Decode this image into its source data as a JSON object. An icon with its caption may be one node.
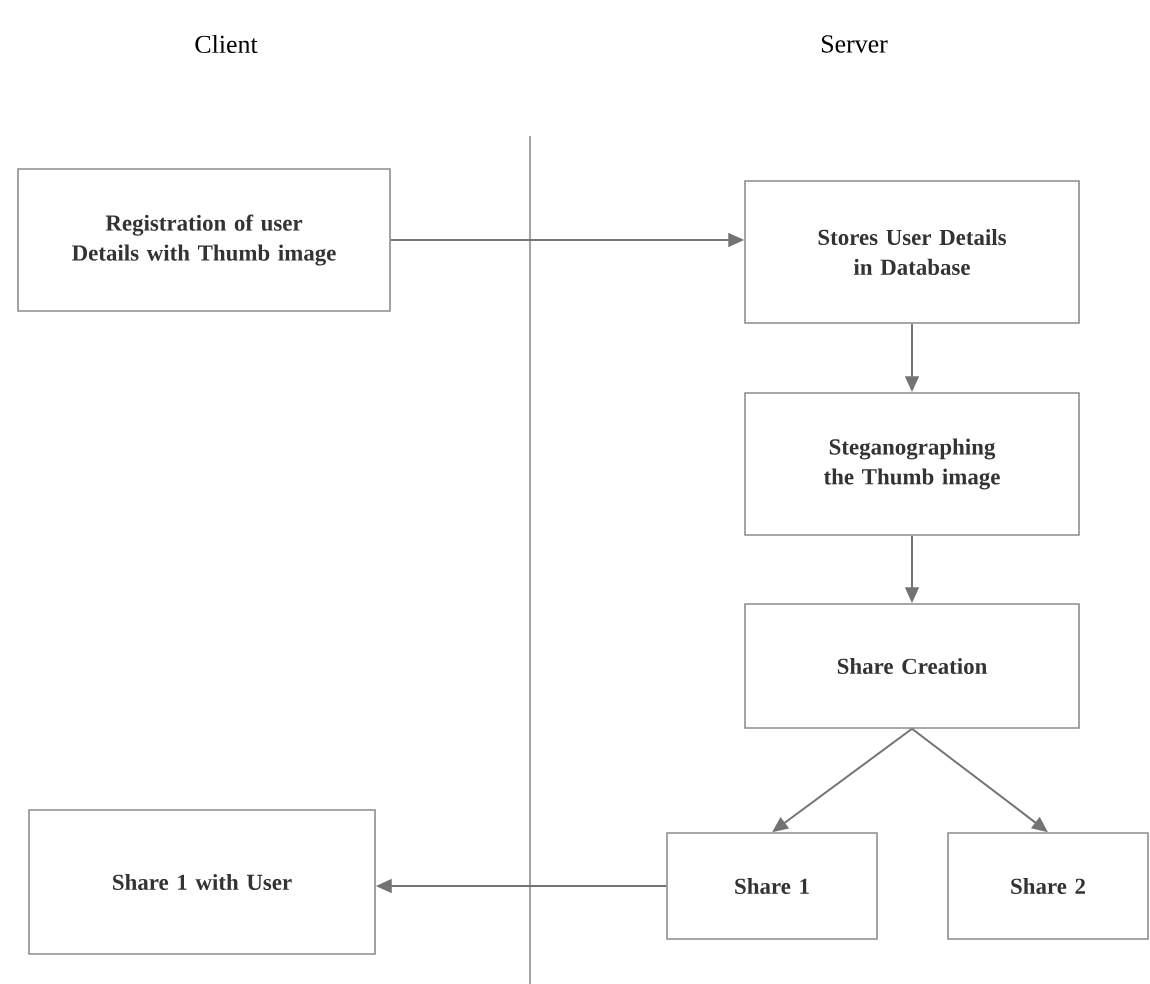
{
  "diagram": {
    "nodes": [
      {
        "text": [
          "Registration of user Details with Thumb image"
        ]
      },
      {
        "text": [
          "Stores User Details in Database"
        ]
      },
      {
        "text": [
          "Steganographing the Thumb image"
        ]
      },
      {
        "text": [
          "Share Creation"
        ]
      },
      {
        "text": [
          "Share 1 with User"
        ]
      },
      {
        "text": [
          "Share 1"
        ]
      },
      {
        "text": [
          "Share 2"
        ]
      }
    ],
    "edges": [
      {
        "from": 0,
        "to": 1,
        "arrow": "to"
      },
      {
        "from": 1,
        "to": 2,
        "arrow": "to"
      },
      {
        "from": 2,
        "to": 3,
        "arrow": "to"
      },
      {
        "from": 3,
        "to": 5,
        "arrow": "to"
      },
      {
        "from": 3,
        "to": 6,
        "arrow": "to"
      },
      {
        "from": 5,
        "to": 4,
        "arrow": "to"
      }
    ],
    "labels": [
      "Client",
      "Server"
    ]
  }
}
